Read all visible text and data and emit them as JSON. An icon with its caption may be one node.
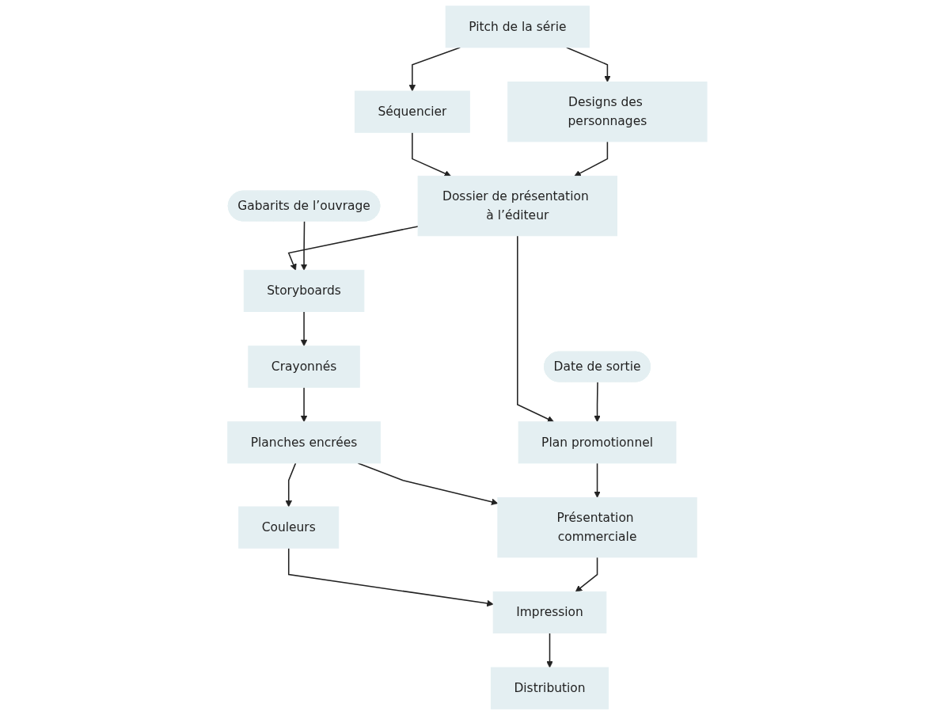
{
  "diagram": {
    "nodes": [
      {
        "text": [
          "Pitch de la série"
        ]
      },
      {
        "text": [
          "Séquencier"
        ]
      },
      {
        "text": [
          "Designs des personnages"
        ]
      },
      {
        "text": [
          "Gabarits de l’ouvrage"
        ]
      },
      {
        "text": [
          "Dossier de présentation à l’éditeur"
        ]
      },
      {
        "text": [
          "Date de sortie"
        ]
      },
      {
        "text": [
          "Storyboards"
        ]
      },
      {
        "text": [
          "Plan promotionnel"
        ]
      },
      {
        "text": [
          "Crayonnés"
        ]
      },
      {
        "text": [
          "Planches encrées"
        ]
      },
      {
        "text": [
          "Présentation commerciale"
        ]
      },
      {
        "text": [
          "Couleurs"
        ]
      },
      {
        "text": [
          "Impression"
        ]
      },
      {
        "text": [
          "Distribution"
        ]
      }
    ],
    "edges": [
      {
        "from": 0,
        "to": 1,
        "arrow": "to"
      },
      {
        "from": 0,
        "to": 2,
        "arrow": "to"
      },
      {
        "from": 1,
        "to": 4,
        "arrow": "to"
      },
      {
        "from": 2,
        "to": 4,
        "arrow": "to"
      },
      {
        "from": 4,
        "to": 6,
        "arrow": "to"
      },
      {
        "from": 4,
        "to": 7,
        "arrow": "to"
      },
      {
        "from": 3,
        "to": 6,
        "arrow": "to"
      },
      {
        "from": 5,
        "to": 7,
        "arrow": "to"
      },
      {
        "from": 6,
        "to": 8,
        "arrow": "to"
      },
      {
        "from": 8,
        "to": 9,
        "arrow": "to"
      },
      {
        "from": 9,
        "to": 10,
        "arrow": "to"
      },
      {
        "from": 9,
        "to": 11,
        "arrow": "to"
      },
      {
        "from": 7,
        "to": 10,
        "arrow": "to"
      },
      {
        "from": 11,
        "to": 12,
        "arrow": "to"
      },
      {
        "from": 10,
        "to": 12,
        "arrow": "to"
      },
      {
        "from": 12,
        "to": 13,
        "arrow": "to"
      }
    ]
  }
}
